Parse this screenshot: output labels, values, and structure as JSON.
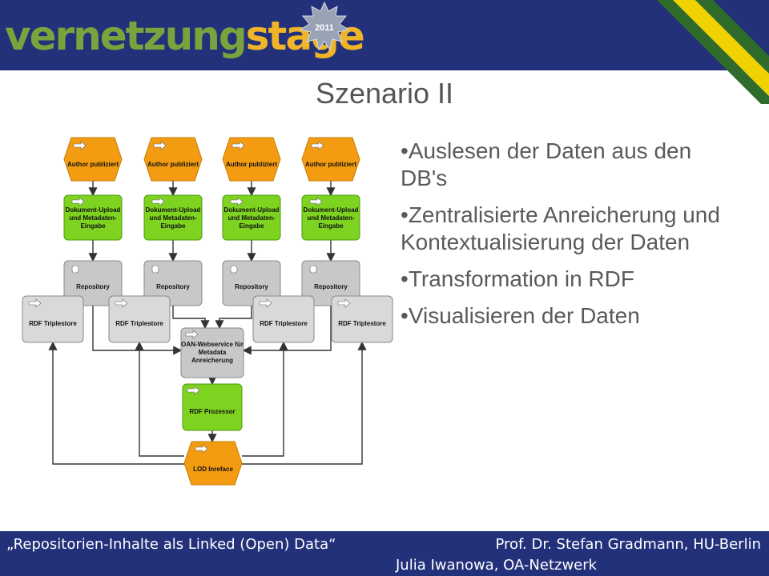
{
  "header": {
    "logo_part1": "vernetzung",
    "logo_part2": "stage",
    "badge_year": "2011"
  },
  "title": "Szenario II",
  "bullets": [
    "Auslesen der Daten aus den DB's",
    "Zentralisierte Anreicherung und Kontextualisierung der Daten",
    "Transformation in RDF",
    "Visualisieren der Daten"
  ],
  "diagram": {
    "author_label": "Author publiziert",
    "upload_label": [
      "Dokument-Upload",
      "und Metadaten-",
      "Eingabe"
    ],
    "repository_label": "Repository",
    "triplestore_label": "RDF Triplestore",
    "webservice_label": [
      "OAN-Webservice für",
      "Metadata",
      "Anreicherung"
    ],
    "processor_label": "RDF Prozessor",
    "lod_label": "LOD Inreface",
    "colors": {
      "orange": "#f39c12",
      "green": "#7ed321",
      "gray": "#c8c8c8"
    }
  },
  "footer": {
    "left": "„Repositorien-Inhalte als Linked (Open) Data“",
    "right": "Prof. Dr. Stefan Gradmann, HU-Berlin",
    "right2": "Julia Iwanowa, OA-Netzwerk"
  }
}
